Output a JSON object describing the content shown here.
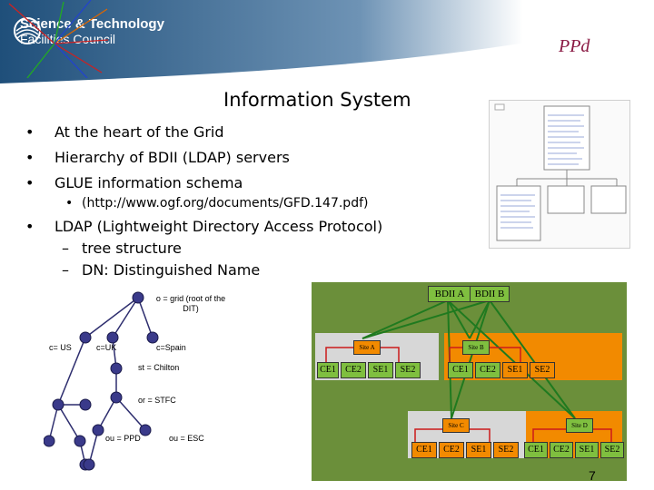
{
  "header": {
    "org_line1": "Science & Technology",
    "org_line2": "Facilities Council",
    "ppd_logo": "PPd",
    "colors": {
      "band": "#1f4f7a",
      "band_light": "#6e93b5",
      "ppd": "#8a1a44"
    }
  },
  "slide": {
    "title": "Information System",
    "bullets": [
      "At the heart of the Grid",
      "Hierarchy of BDII (LDAP) servers",
      "GLUE information schema"
    ],
    "glue_link": "(http://www.ogf.org/documents/GFD.147.pdf)",
    "ldap_bullet": "LDAP (Lightweight Directory Access Protocol)",
    "ldap_subs": [
      "tree structure",
      "DN: Distinguished Name"
    ],
    "bullet_glyph": "•",
    "dash_glyph": "–",
    "page_number": "7"
  },
  "ldap_tree": {
    "root": "o = grid (root of the DIT)",
    "countries": [
      "c= US",
      "c=UK",
      "c=Spain"
    ],
    "st": "st = Chilton",
    "org": "or = STFC",
    "units": [
      "ou = PPD",
      "ou = ESC"
    ]
  },
  "bdii_diagram": {
    "top": [
      "BDII A",
      "BDII B"
    ],
    "sites": [
      {
        "name": "Site A",
        "services": [
          "CE1",
          "CE2",
          "SE1",
          "SE2"
        ]
      },
      {
        "name": "Site B",
        "services": [
          "CE1",
          "CE2",
          "SE1",
          "SE2"
        ]
      },
      {
        "name": "Site C",
        "services": [
          "CE1",
          "CE2",
          "SE1",
          "SE2"
        ]
      },
      {
        "name": "Site D",
        "services": [
          "CE1",
          "CE2",
          "SE1",
          "SE2"
        ]
      }
    ]
  }
}
